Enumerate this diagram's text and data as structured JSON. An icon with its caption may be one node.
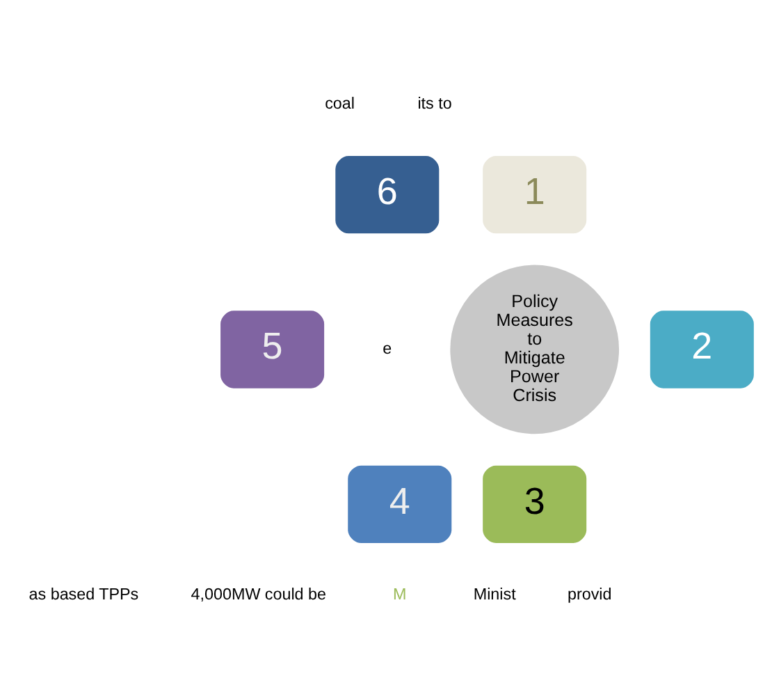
{
  "diagram": {
    "nodes": [
      {
        "text": [
          "Policy Measures to Mitigate Power Crisis"
        ]
      },
      {
        "text": [
          "1"
        ]
      },
      {
        "text": [
          "2"
        ]
      },
      {
        "text": [
          "3"
        ]
      },
      {
        "text": [
          "4"
        ]
      },
      {
        "text": [
          "5"
        ]
      },
      {
        "text": [
          "6"
        ]
      }
    ],
    "labels": [
      "coal",
      "its to",
      "e",
      "as based TPPs",
      "4,000MW could be",
      "M",
      "Minist",
      "provid"
    ]
  }
}
